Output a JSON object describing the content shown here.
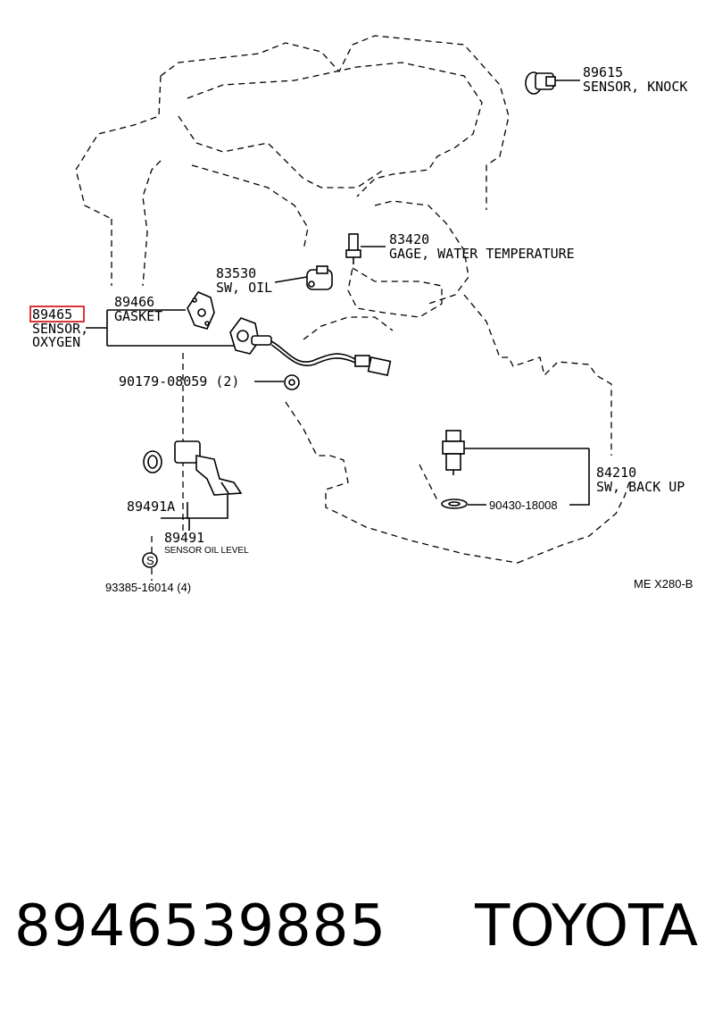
{
  "diagram": {
    "callouts": {
      "knock_code": "89615",
      "knock_name": "SENSOR, KNOCK",
      "water_temp_code": "83420",
      "water_temp_name": "GAGE, WATER TEMPERATURE",
      "oil_sw_code": "83530",
      "oil_sw_name": "SW, OIL",
      "gasket_code": "89466",
      "gasket_name": "GASKET",
      "oxygen_code": "89465",
      "oxygen_name_1": "SENSOR,",
      "oxygen_name_2": "OXYGEN",
      "nut_code": "90179-08059 (2)",
      "oil_level_sub_code": "89491A",
      "oil_level_code": "89491",
      "oil_level_name": "SENSOR OIL LEVEL",
      "screw_code": "93385-16014 (4)",
      "screw_symbol": "S",
      "backup_code": "84210",
      "backup_name": "SW, BACK UP",
      "washer_code": "90430-18008",
      "ref_code": "ME X280-B"
    },
    "highlight_color": "#d42020"
  },
  "footer": {
    "part_number": "8946539885",
    "brand": "TOYOTA"
  }
}
